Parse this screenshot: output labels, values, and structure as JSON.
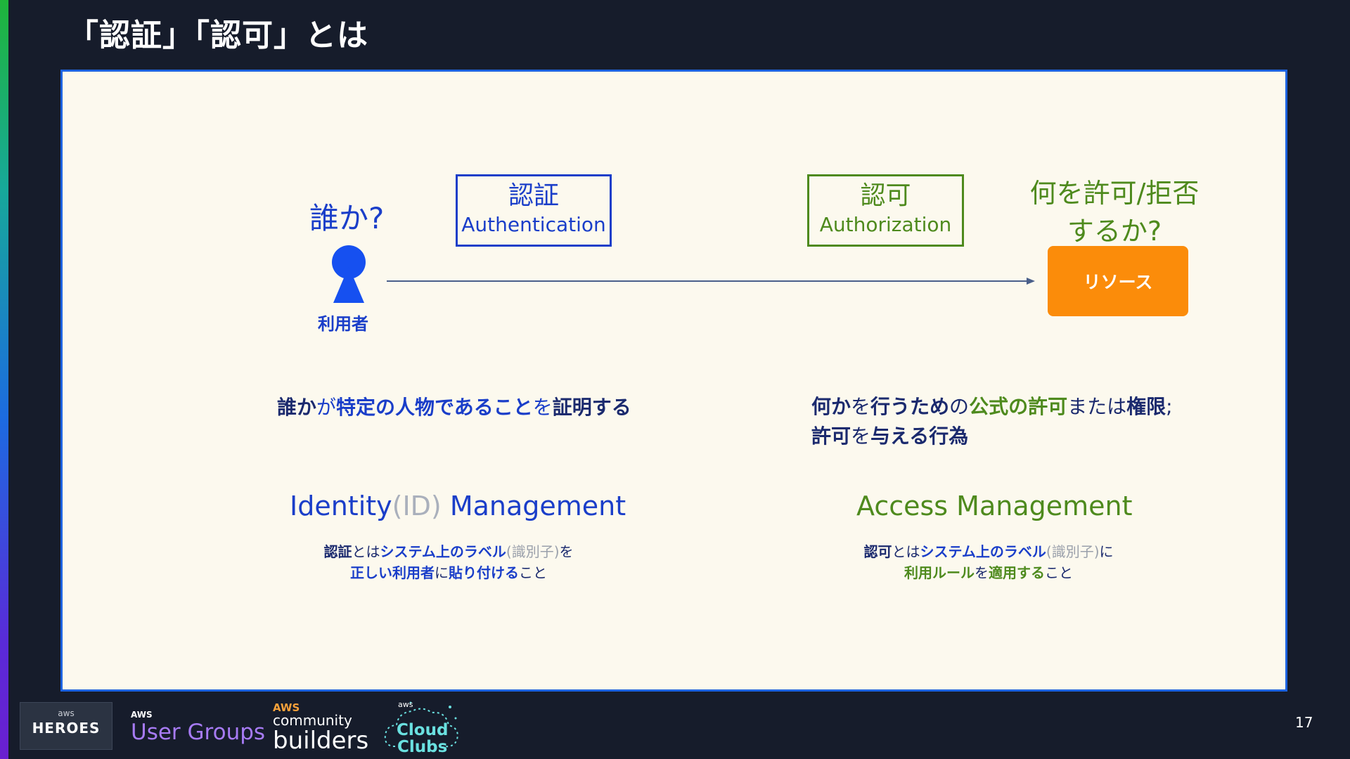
{
  "slide": {
    "title": "「認証」「認可」とは",
    "page_number": "17"
  },
  "diagram": {
    "who_question": "誰か?",
    "user_label": "利用者",
    "authentication": {
      "jp": "認証",
      "en": "Authentication"
    },
    "authorization": {
      "jp": "認可",
      "en": "Authorization"
    },
    "what_question": "何を許可/拒否するか?",
    "resource_label": "リソース"
  },
  "authn_desc": {
    "p1": "誰か",
    "p2": "が",
    "p3": "特定の人物であること",
    "p4": "を",
    "p5": "証明する"
  },
  "authz_desc": {
    "p1": "何か",
    "p2": "を",
    "p3": "行うため",
    "p4": "の",
    "p5": "公式の許可",
    "p6": "または",
    "p7": "権限",
    "p8": ";",
    "p9": "許可",
    "p10": "を",
    "p11": "与える行為"
  },
  "idm": {
    "title_a": "Identity",
    "title_b": "(ID)",
    "title_c": " Management",
    "d1": "認証",
    "d2": "とは",
    "d3": "システム上のラベル",
    "d4": "(識別子)",
    "d5": "を",
    "d6": "正しい利用者",
    "d7": "に",
    "d8": "貼り付ける",
    "d9": "こと"
  },
  "am": {
    "title": "Access Management",
    "d1": "認可",
    "d2": "とは",
    "d3": "システム上のラベル",
    "d4": "(識別子)",
    "d5": "に",
    "d6": "利用ルール",
    "d7": "を",
    "d8": "適用する",
    "d9": "こと"
  },
  "footer_logos": {
    "heroes": {
      "top": "aws",
      "name": "HEROES"
    },
    "user_groups": {
      "top": "AWS",
      "name": "User Groups"
    },
    "community_builders": {
      "top": "AWS",
      "mid": "community",
      "name": "builders"
    },
    "cloud_clubs": {
      "top": "aws",
      "line1": "Cloud",
      "line2": "Clubs"
    }
  },
  "colors": {
    "background": "#161c2b",
    "panel": "#fcf9ee",
    "blue": "#1a3ec9",
    "green": "#4e8a1d",
    "resource": "#fb8c0a"
  }
}
